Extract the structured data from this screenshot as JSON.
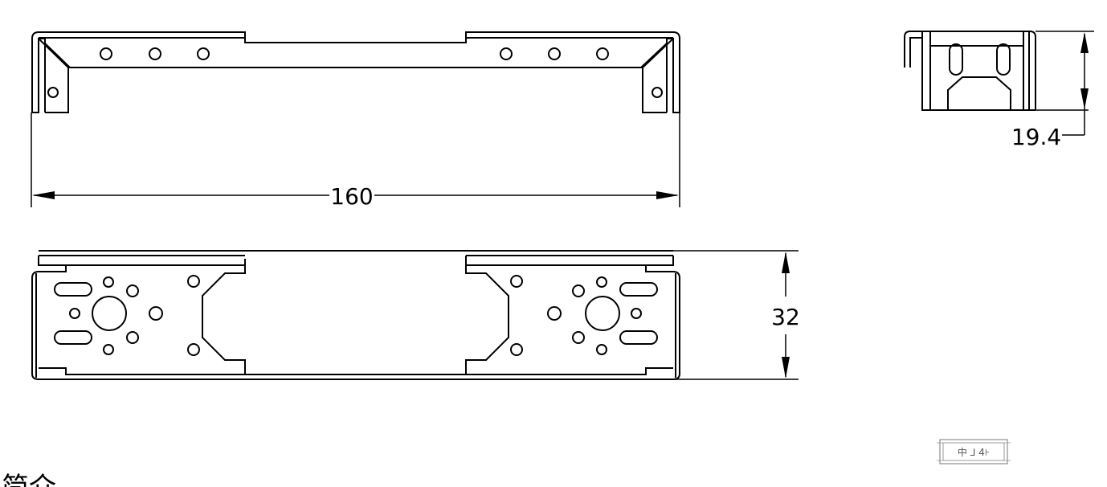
{
  "dimensions": {
    "length": "160",
    "height": "19.4",
    "width": "32"
  },
  "stamp_text": "中 ⅃ 4⊦",
  "caption_partial": "简介"
}
